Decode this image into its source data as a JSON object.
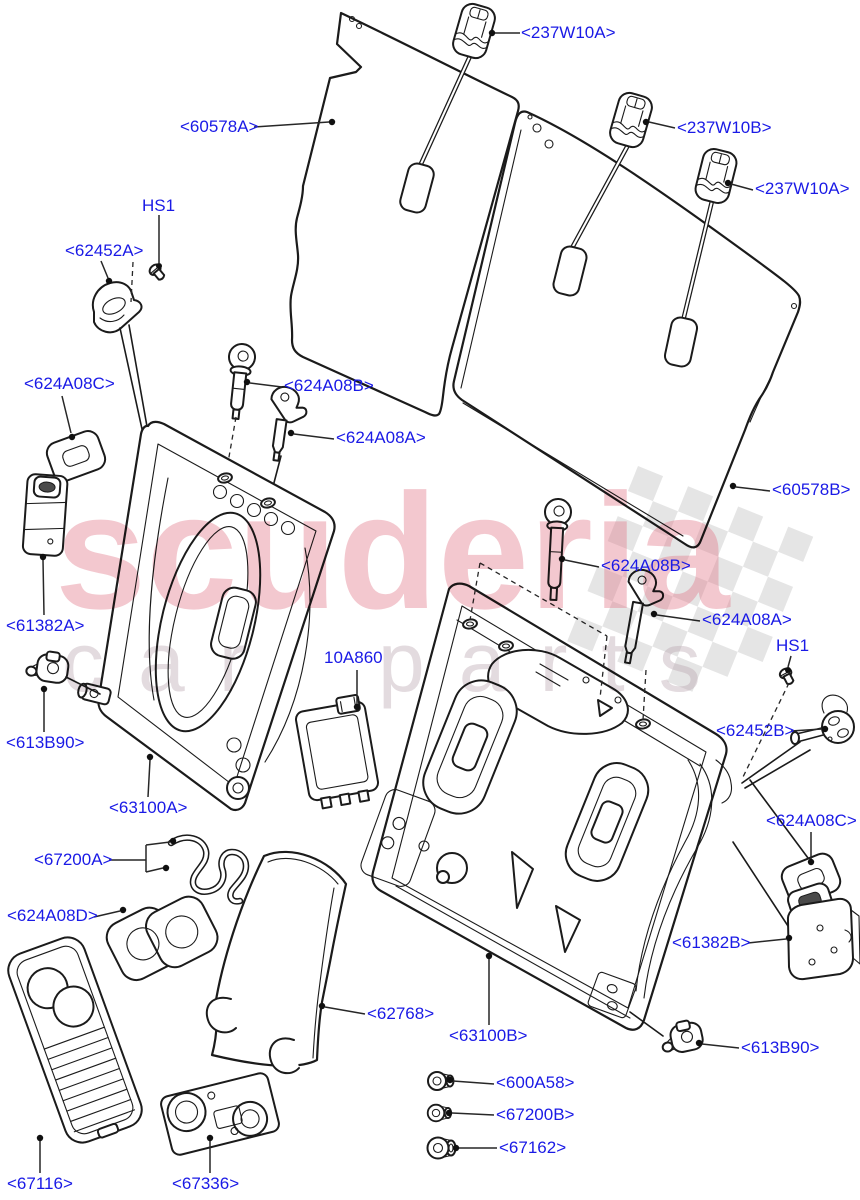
{
  "watermark": {
    "brand": "scuderia",
    "tagline": "car parts",
    "brand_color": "#e07686",
    "tagline_color": "#baa6af",
    "flag_color": "#cfcfcf"
  },
  "diagram": {
    "type": "exploded-parts-diagram",
    "subject": "rear seat back frames, panels and hardware",
    "line_color": "#1b1b1b",
    "label_color": "#1a1ae6",
    "background": "#ffffff"
  },
  "callouts": [
    {
      "id": "237W10A-top",
      "text": "<237W10A>"
    },
    {
      "id": "60578A",
      "text": "<60578A>"
    },
    {
      "id": "237W10B",
      "text": "<237W10B>"
    },
    {
      "id": "237W10A-mid",
      "text": "<237W10A>"
    },
    {
      "id": "HS1-left",
      "text": "HS1"
    },
    {
      "id": "62452A",
      "text": "<62452A>"
    },
    {
      "id": "624A08C-left",
      "text": "<624A08C>"
    },
    {
      "id": "624A08B-left",
      "text": "<624A08B>"
    },
    {
      "id": "624A08A-left",
      "text": "<624A08A>"
    },
    {
      "id": "60578B",
      "text": "<60578B>"
    },
    {
      "id": "624A08B-right",
      "text": "<624A08B>"
    },
    {
      "id": "624A08A-right",
      "text": "<624A08A>"
    },
    {
      "id": "HS1-right",
      "text": "HS1"
    },
    {
      "id": "61382A",
      "text": "<61382A>"
    },
    {
      "id": "10A860",
      "text": "10A860"
    },
    {
      "id": "613B90-left",
      "text": "<613B90>"
    },
    {
      "id": "62452B",
      "text": "<62452B>"
    },
    {
      "id": "63100A",
      "text": "<63100A>"
    },
    {
      "id": "624A08C-right",
      "text": "<624A08C>"
    },
    {
      "id": "67200A",
      "text": "<67200A>"
    },
    {
      "id": "624A08D",
      "text": "<624A08D>"
    },
    {
      "id": "61382B",
      "text": "<61382B>"
    },
    {
      "id": "62768",
      "text": "<62768>"
    },
    {
      "id": "63100B",
      "text": "<63100B>"
    },
    {
      "id": "613B90-right",
      "text": "<613B90>"
    },
    {
      "id": "600A58",
      "text": "<600A58>"
    },
    {
      "id": "67200B",
      "text": "<67200B>"
    },
    {
      "id": "67162",
      "text": "<67162>"
    },
    {
      "id": "67116",
      "text": "<67116>"
    },
    {
      "id": "67336",
      "text": "<67336>"
    }
  ]
}
